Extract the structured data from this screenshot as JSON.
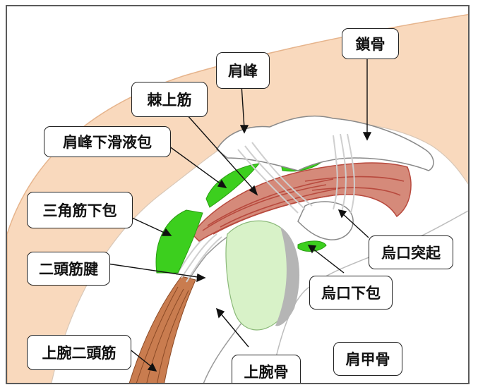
{
  "diagram": {
    "labels": {
      "clavicle": "鎖骨",
      "acromion": "肩峰",
      "supraspinatus": "棘上筋",
      "subacromial_bursa": "肩峰下滑液包",
      "subdeltoid_bursa": "三角筋下包",
      "biceps_tendon": "二頭筋腱",
      "coracoid_process": "烏口突起",
      "subcoracoid_bursa": "烏口下包",
      "biceps_muscle": "上腕二頭筋",
      "humerus": "上腕骨",
      "scapula": "肩甲骨"
    },
    "colors": {
      "skin": "#f9d9bd",
      "bursa_green": "#3ccf1e",
      "muscle_red": "#b84a3e",
      "muscle_fill": "#d58a7a",
      "bone": "#ffffff",
      "cartilage": "#d8f2c8",
      "biceps_muscle": "#c97c4f"
    }
  }
}
